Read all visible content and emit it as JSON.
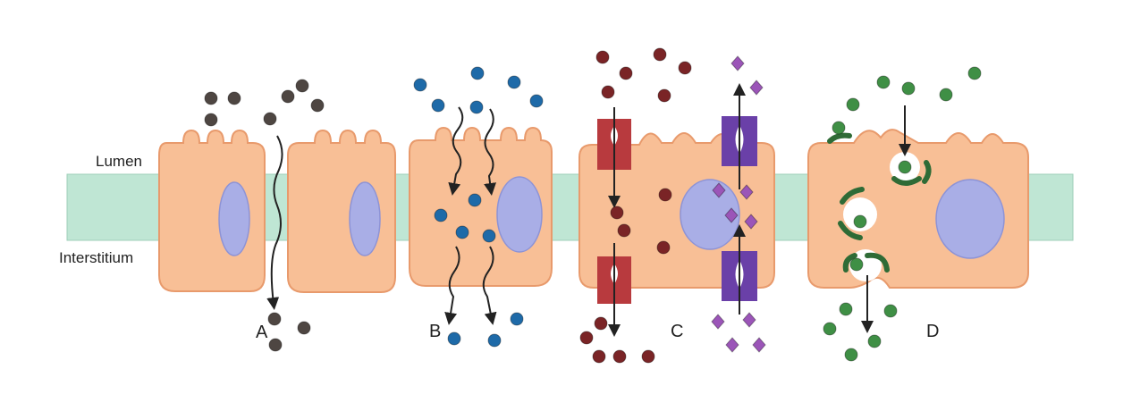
{
  "side_labels": {
    "lumen": "Lumen",
    "interstitium": "Interstitium"
  },
  "panel_labels": {
    "a": "A",
    "b": "B",
    "c": "C",
    "d": "D"
  },
  "colors": {
    "membrane": "#bfe6d4",
    "cell_fill": "#f8bf96",
    "cell_stroke": "#e89a6c",
    "nucleus": "#a9aee6",
    "nucleus_stroke": "#8d93d6",
    "particle_a": "#4e4642",
    "particle_b": "#1e6aa8",
    "particle_c": "#7a2426",
    "particle_c_diamond": "#9b55b8",
    "particle_d": "#3f8f45",
    "channel_red": "#b83a3e",
    "channel_purple": "#6a40a8",
    "vesicle_coat": "#2f6b36",
    "arrow": "#222222"
  },
  "icons": {
    "channel_red": "red-transport-channel-icon",
    "channel_purple": "purple-transport-channel-icon",
    "vesicle": "coated-vesicle-icon",
    "arrow": "arrow-icon"
  }
}
